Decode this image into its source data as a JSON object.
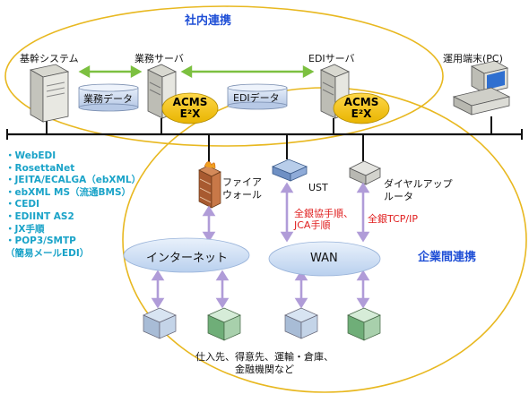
{
  "titles": {
    "internal": "社内連携",
    "external": "企業間連携"
  },
  "nodes": {
    "core_system": "基幹システム",
    "business_server": "業務サーバ",
    "edi_server": "EDIサーバ",
    "ops_terminal": "運用端末(PC)",
    "firewall_line1": "ファイア",
    "firewall_line2": "ウォール",
    "ust": "UST",
    "dialup_line1": "ダイヤルアップ",
    "dialup_line2": "ルータ"
  },
  "data_labels": {
    "business_data": "業務データ",
    "edi_data": "EDIデータ"
  },
  "acms": {
    "line1": "ACMS",
    "line2": "E²X"
  },
  "networks": {
    "internet": "インターネット",
    "wan": "WAN"
  },
  "connections": {
    "zengin_jca_line1": "全銀協手順、",
    "zengin_jca_line2": "JCA手順",
    "zengin_tcpip": "全銀TCP/IP"
  },
  "protocols": [
    "・WebEDI",
    "・RosettaNet",
    "・JEITA/ECALGA（ebXML）",
    "・ebXML MS（流通BMS）",
    "・CEDI",
    "・EDIINT AS2",
    "・JX手順",
    "・POP3/SMTP",
    "（簡易メールEDI）"
  ],
  "partners": {
    "line1": "仕入先、得意先、運輸・倉庫、",
    "line2": "金融機関など"
  },
  "colors": {
    "ellipse_outline": "#e8b820",
    "arrow_green": "#7cc040",
    "arrow_purple": "#b09cd8",
    "title_blue": "#1f4fd6",
    "protocol_cyan": "#1aa3c8",
    "red_text": "#e02020",
    "acms_fill": "#f2c400",
    "network_cloud": "#c8dcf4"
  }
}
